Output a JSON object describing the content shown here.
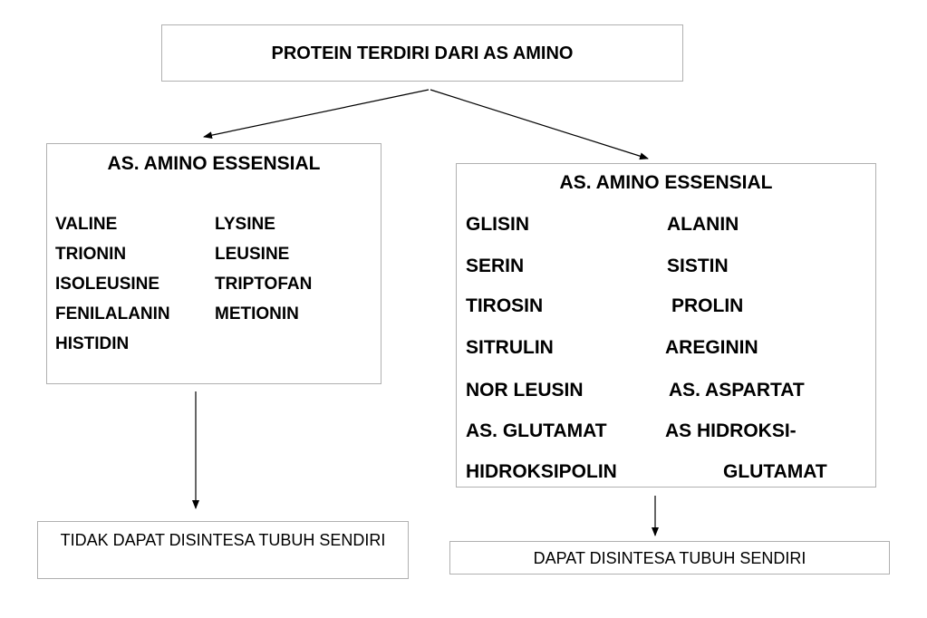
{
  "top": {
    "title": "PROTEIN TERDIRI DARI AS AMINO"
  },
  "left": {
    "title": "AS. AMINO ESSENSIAL",
    "col1": [
      "VALINE",
      "TRIONIN",
      "ISOLEUSINE",
      "FENILALANIN",
      "HISTIDIN"
    ],
    "col2": [
      "LYSINE",
      "LEUSINE",
      "TRIPTOFAN",
      "METIONIN"
    ]
  },
  "right": {
    "title": "AS. AMINO ESSENSIAL",
    "col1": [
      "GLISIN",
      "SERIN",
      "TIROSIN",
      "SITRULIN",
      "NOR LEUSIN",
      "AS. GLUTAMAT",
      "HIDROKSIPOLIN"
    ],
    "col2": [
      "ALANIN",
      "SISTIN",
      "PROLIN",
      "AREGININ",
      "AS. ASPARTAT",
      "AS HIDROKSI-",
      "GLUTAMAT"
    ]
  },
  "bottom_left": {
    "text": "TIDAK DAPAT DISINTESA TUBUH SENDIRI"
  },
  "bottom_right": {
    "text": "DAPAT DISINTESA TUBUH SENDIRI"
  },
  "colors": {
    "border": "#b0b0b0",
    "text": "#000000",
    "background": "#ffffff"
  }
}
